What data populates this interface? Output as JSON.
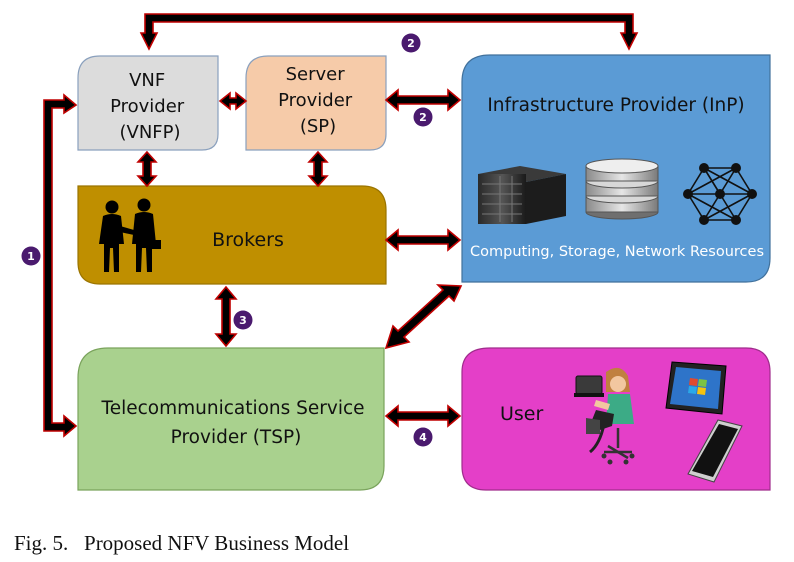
{
  "boxes": {
    "vnfp": {
      "lines": [
        "VNF",
        "Provider",
        "(VNFP)"
      ],
      "color": "#dcdcdc"
    },
    "sp": {
      "lines": [
        "Server",
        "Provider",
        "(SP)"
      ],
      "color": "#f6cba9"
    },
    "inp": {
      "title": "Infrastructure Provider (InP)",
      "resources": "Computing, Storage, Network Resources",
      "color": "#5b9bd5"
    },
    "brokers": {
      "label": "Brokers",
      "color": "#bf8f00"
    },
    "tsp": {
      "lines": [
        "Telecommunications Service",
        "Provider (TSP)"
      ],
      "color": "#a9d18e"
    },
    "user": {
      "label": "User",
      "color": "#e43fc8"
    }
  },
  "arrow_numbers": [
    "1",
    "2",
    "2",
    "3",
    "4"
  ],
  "icons": [
    "business-people-icon",
    "server-icon",
    "storage-icon",
    "network-icon",
    "user-at-desk-icon",
    "tablet-icon",
    "smartphone-icon"
  ],
  "arrow_colors": {
    "fill": "#000000",
    "outline": "#c00000"
  },
  "caption": "Fig. 5.   Proposed NFV Business Model"
}
